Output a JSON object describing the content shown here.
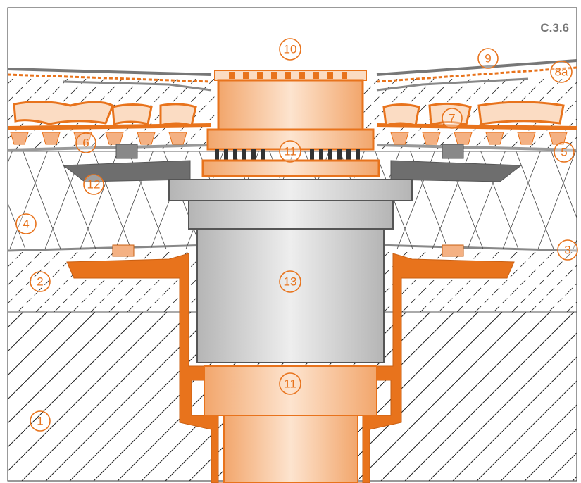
{
  "drawing_code": "C.3.6",
  "callouts": [
    {
      "id": "1",
      "text": "1"
    },
    {
      "id": "2",
      "text": "2"
    },
    {
      "id": "3",
      "text": "3"
    },
    {
      "id": "4",
      "text": "4"
    },
    {
      "id": "5",
      "text": "5"
    },
    {
      "id": "6",
      "text": "6"
    },
    {
      "id": "7",
      "text": "7"
    },
    {
      "id": "8a",
      "text": "8a"
    },
    {
      "id": "9",
      "text": "9"
    },
    {
      "id": "10",
      "text": "10"
    },
    {
      "id": "11a",
      "text": "11"
    },
    {
      "id": "11b",
      "text": "11"
    },
    {
      "id": "12",
      "text": "12"
    },
    {
      "id": "13",
      "text": "13"
    }
  ],
  "colors": {
    "orange": "#e8731c",
    "copper": "#f4b183",
    "copper_light": "#fbdcc3",
    "grey_dark": "#6e6e6e",
    "grey_mid": "#a8a8a8",
    "grey_light": "#d9d9d9",
    "hatch": "#222222"
  }
}
